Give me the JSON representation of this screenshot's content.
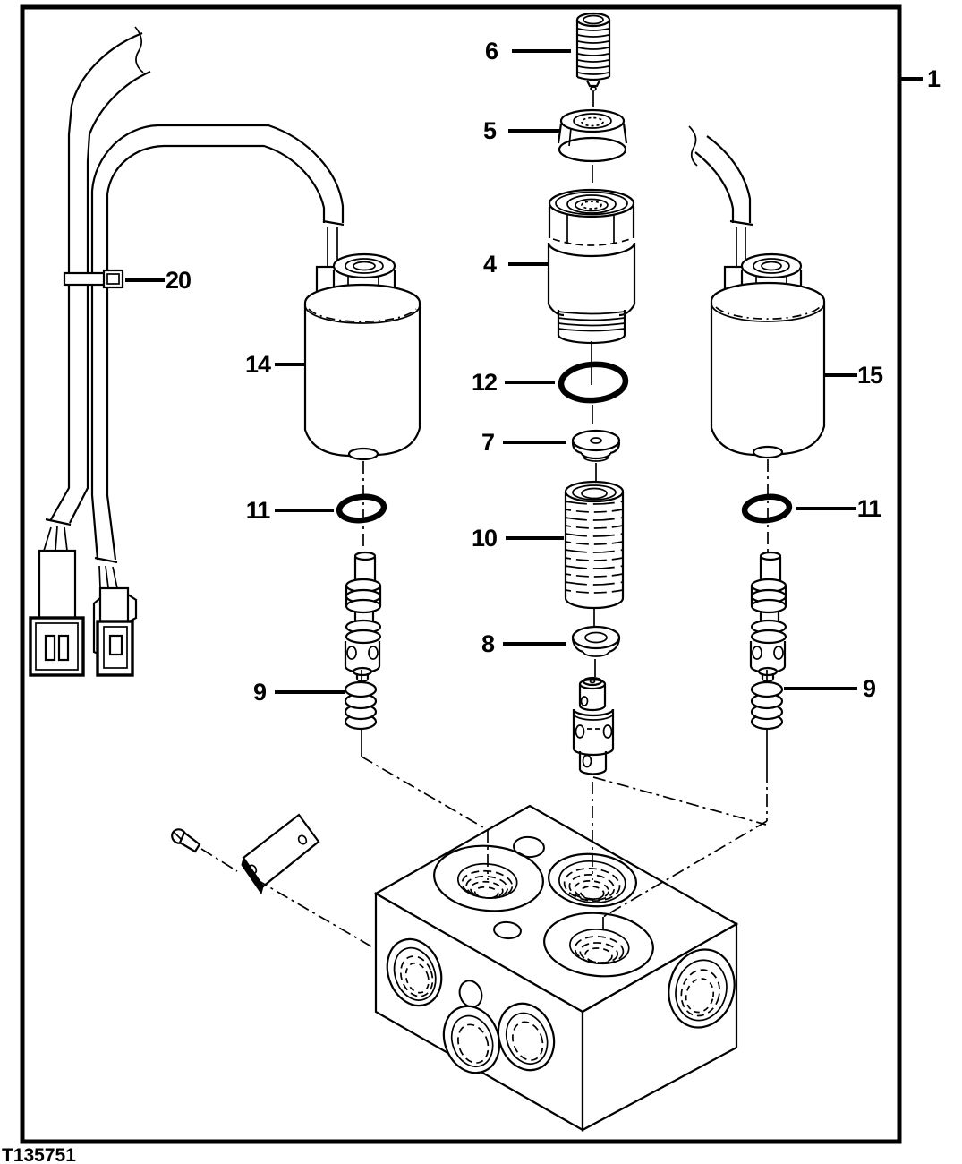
{
  "figure": {
    "code": "T135751"
  },
  "colors": {
    "line": "#000000",
    "background": "#ffffff"
  },
  "callouts": {
    "c1": "1",
    "c4": "4",
    "c5": "5",
    "c6": "6",
    "c7": "7",
    "c8": "8",
    "c9_left": "9",
    "c9_right": "9",
    "c10": "10",
    "c11_left": "11",
    "c11_right": "11",
    "c12": "12",
    "c14": "14",
    "c15": "15",
    "c20": "20"
  }
}
